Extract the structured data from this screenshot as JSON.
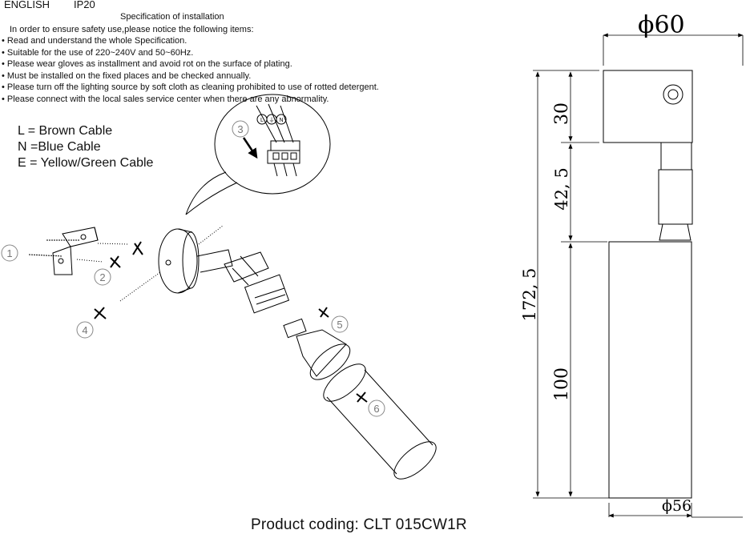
{
  "header": {
    "language": "ENGLISH",
    "ip_rating": "IP20"
  },
  "spec": {
    "title": "Specification of installation",
    "intro": "In order to ensure safety use,please notice the following items:",
    "items": [
      "Read and understand the whole Specification.",
      "Suitable for the use of 220~240V and 50~60Hz.",
      "Please wear gloves as installment and avoid rot on the surface of plating.",
      "Must be installed on the fixed places and be checked annually.",
      "Please turn off the lighting source by soft cloth as cleaning prohibited to use of rotted detergent.",
      "Please connect with the local sales service center when there are any abnormality."
    ]
  },
  "legend": {
    "l": "L = Brown Cable",
    "n": "N =Blue Cable",
    "e": "E = Yellow/Green Cable"
  },
  "terminal_labels": [
    "L",
    "⏚",
    "N"
  ],
  "steps": [
    "1",
    "2",
    "3",
    "4",
    "5",
    "6"
  ],
  "dimensions": {
    "top_diameter": "ϕ60",
    "bottom_diameter": "ϕ56",
    "total_height": "172, 5",
    "base_height": "30",
    "arm_height": "42, 5",
    "body_height": "100"
  },
  "product_coding": "Product coding: CLT 015CW1R"
}
